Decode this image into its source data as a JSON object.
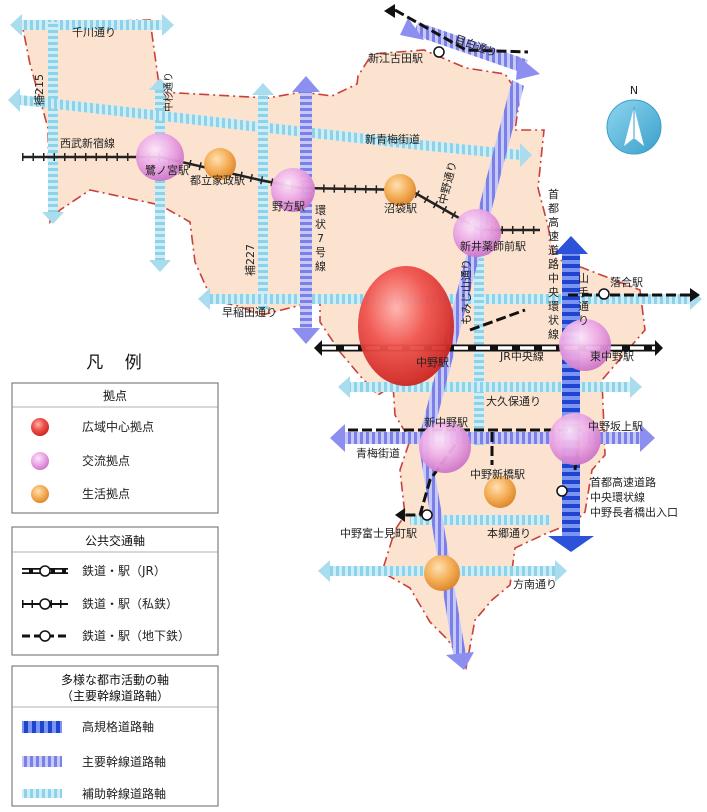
{
  "roads": {
    "senkawa": "千川通り",
    "ho215": "補215",
    "nakasugi": "中杉通り",
    "shinome": "新青梅街道",
    "kanjo7": [
      "環",
      "状",
      "7",
      "号",
      "線"
    ],
    "ho227": "補227",
    "waseda": "早稲田通り",
    "mejiro": "目白通り",
    "nakano": "中野通り",
    "momozono": "もみじ山通り",
    "yamate": [
      "山",
      "手",
      "通",
      "り"
    ],
    "shutoko": [
      "首",
      "都",
      "高",
      "速",
      "道",
      "路",
      "中",
      "央",
      "環",
      "状",
      "線"
    ],
    "okubo": "大久保通り",
    "oume": "青梅街道",
    "hongo": "本郷通り",
    "honan": "方南通り"
  },
  "lines": {
    "seibu": "西武新宿線",
    "jr": "JR中央線"
  },
  "stations": {
    "shinegota": "新江古田駅",
    "saginomiya": "鷺ノ宮駅",
    "toritsukasei": "都立家政駅",
    "nogata": "野方駅",
    "numabukuro": "沼袋駅",
    "araiyakushi": "新井薬師前駅",
    "ochiai": "落合駅",
    "nakano": "中野駅",
    "higashinakano": "東中野駅",
    "shinnakano": "新中野駅",
    "nakanosakaue": "中野坂上駅",
    "nakanoshimbashi": "中野新橋駅",
    "fujimicho": "中野富士見町駅"
  },
  "interchange": [
    "首都高速道路",
    "中央環状線",
    "中野長者橋出入口"
  ],
  "compass": "N",
  "legend": {
    "title": "凡 例",
    "bases": {
      "header": "拠点",
      "items": [
        "広域中心拠点",
        "交流拠点",
        "生活拠点"
      ]
    },
    "transit": {
      "header": "公共交通軸",
      "items": [
        "鉄道・駅（JR）",
        "鉄道・駅（私鉄）",
        "鉄道・駅（地下鉄）"
      ]
    },
    "roads": {
      "header_lines": [
        "多様な都市活動の軸",
        "（主要幹線道路軸）"
      ],
      "items": [
        "高規格道路軸",
        "主要幹線道路軸",
        "補助幹線道路軸"
      ]
    }
  },
  "colors": {
    "ward_fill": "#fbe3cf",
    "ward_border": "#c8413a",
    "aux_road": "#a9dced",
    "main_road": "#8c8ff0",
    "expressway": "#2b52d8",
    "wide_center": "#e8413e",
    "exchange": "#e997e0",
    "living": "#f2a750",
    "compass": "#5ab8dc"
  }
}
